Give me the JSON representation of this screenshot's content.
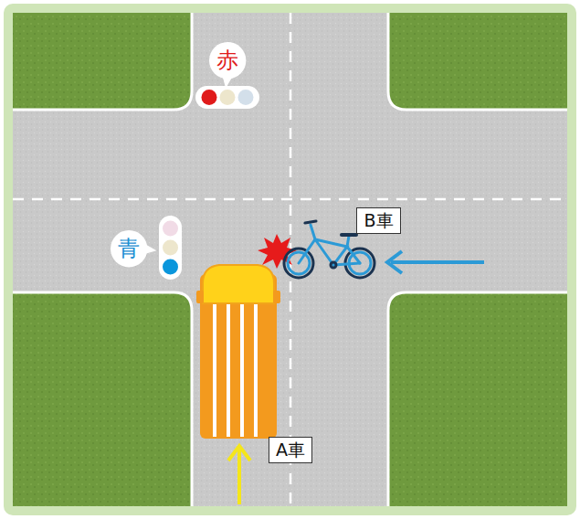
{
  "diagram": {
    "nodes": [
      {
        "text": [
          "赤"
        ]
      },
      {
        "text": [
          "B車"
        ]
      },
      {
        "text": [
          "青"
        ]
      },
      {
        "text": [
          "A車"
        ]
      }
    ]
  }
}
